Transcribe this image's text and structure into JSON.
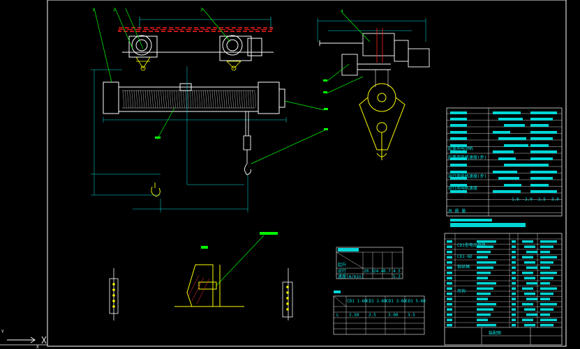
{
  "drawing": {
    "background": "#000000",
    "line_colors": {
      "frame": "#ffffff",
      "geometry": "#ffff00",
      "dimension": "#00e5e5",
      "rail": "#ff2020",
      "leader": "#00ff00",
      "table_fill": "#00d6d6"
    }
  },
  "callouts": {
    "balloon_1": "1",
    "balloon_2": "2",
    "balloon_3": "3",
    "balloon_4": "4"
  },
  "spec_table": {
    "r_crane_speed": "起重用电动机",
    "r_travel_speed": "起重用电机速度(步)",
    "r_lift_height": "运行用电机速度(步)",
    "r_motor": "运行用电机速度",
    "val_a": "1.6",
    "val_b": "2.0",
    "val_c": "2.5",
    "val_d": "3.0",
    "col_grade": "总 质 量"
  },
  "param_table": {
    "row_1": "起升",
    "row_2": "运行",
    "row_3": "速度(m/min)",
    "val_1": "20.3",
    "val_2": "24.4",
    "val_3": "8.7",
    "val_4": "4.5",
    "val_5": "5.3"
  },
  "dim_table": {
    "h1": "CD1 1-6D",
    "h2": "CD1 2-6D",
    "h3": "CD1 3-6D",
    "h4": "CD1 5-6D",
    "r1": "L",
    "v1": "2.50",
    "v2": "2.5",
    "v3": "3.00",
    "v4": "3.5"
  },
  "parts_table": {
    "p1": "CD1型电动葫芦",
    "p2": "钢丝绳",
    "p3": "CD1-6D",
    "p4": "吊钩",
    "p5": "装配图"
  },
  "bottom_left": {
    "axis_y": "Y",
    "axis_x": "X"
  }
}
